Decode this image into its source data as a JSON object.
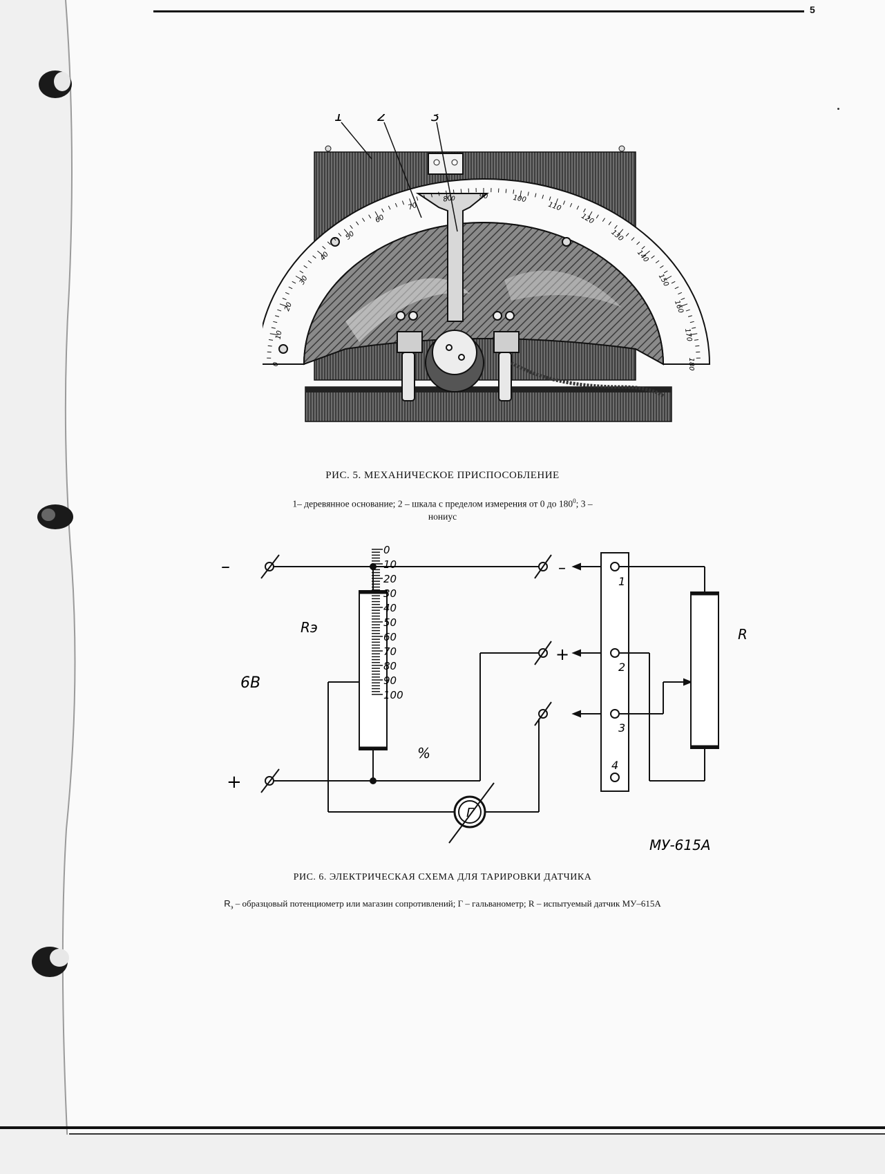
{
  "page": {
    "number": "5"
  },
  "figure5": {
    "callouts": [
      "1",
      "2",
      "3"
    ],
    "scale_labels": [
      "0",
      "10",
      "20",
      "30",
      "40",
      "50",
      "60",
      "70",
      "80",
      "90",
      "100",
      "110",
      "120",
      "130",
      "140",
      "150",
      "160",
      "170",
      "180"
    ],
    "vernier_zero": "0",
    "caption_title": "РИС. 5. МЕХАНИЧЕСКОЕ ПРИСПОСОБЛЕНИЕ",
    "caption_line1": "1– деревянное основание;  2 – шкала с пределом измерения от 0 до 180",
    "caption_deg": "0",
    "caption_line1_end": ";  3 –",
    "caption_line2": "нониус"
  },
  "figure6": {
    "minus_left": "–",
    "plus_left": "+",
    "voltage": "6В",
    "re_label": "Rэ",
    "scale_marks": [
      "0",
      "10",
      "20",
      "30",
      "40",
      "50",
      "60",
      "70",
      "80",
      "90",
      "100"
    ],
    "percent": "%",
    "terminal_minus": "–",
    "terminal_plus": "+",
    "galvanometer": "Г",
    "sensor_label": "R",
    "strip_numbers": [
      "1",
      "2",
      "3",
      "4"
    ],
    "model": "МУ-615А",
    "caption_title": "РИС. 6. ЭЛЕКТРИЧЕСКАЯ СХЕМА ДЛЯ ТАРИРОВКИ ДАТЧИКА",
    "caption_r": "R",
    "caption_r_sub": "э",
    "caption_text": " – образцовый потенциометр или магазин сопротивлений;  Г – гальванометр;  R – испытуемый датчик МУ–615А"
  }
}
